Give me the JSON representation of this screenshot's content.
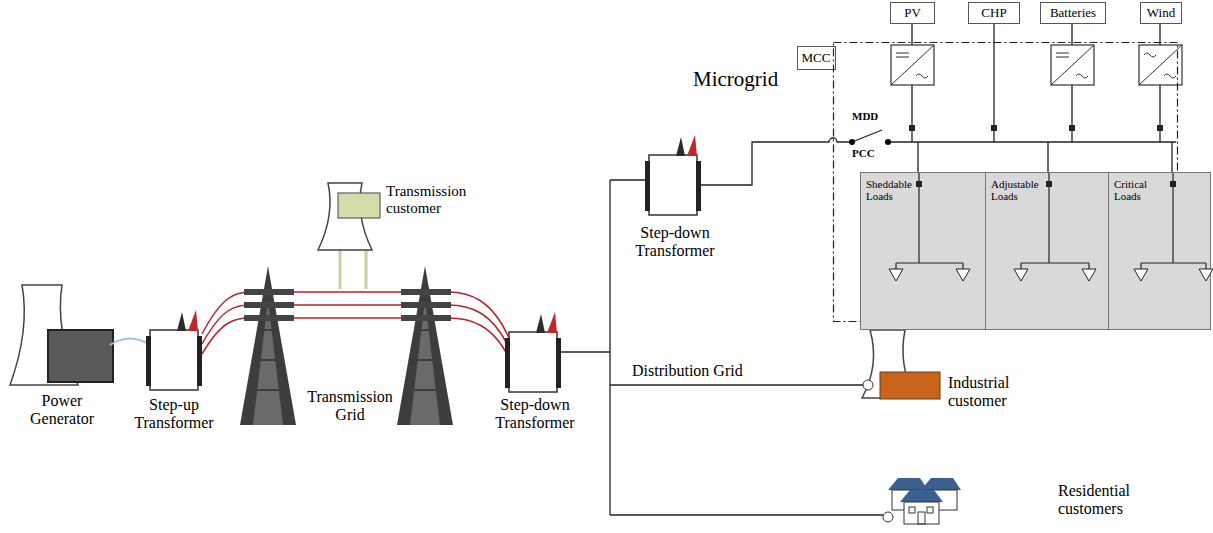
{
  "diagram": {
    "nodes": [
      {
        "text": [
          "MCC"
        ]
      },
      {
        "text": [
          "Microgrid"
        ]
      },
      {
        "text": [
          "PV"
        ]
      },
      {
        "text": [
          "CHP"
        ]
      },
      {
        "text": [
          "Batteries"
        ]
      },
      {
        "text": [
          "Wind"
        ]
      },
      {
        "text": [
          "Sheddable Loads"
        ],
        "in": 1
      },
      {
        "text": [
          "Adjustable Loads"
        ],
        "in": 1
      },
      {
        "text": [
          "Critical Loads"
        ],
        "in": 1
      }
    ],
    "labels": [
      "Transmission customer",
      "Power Generator",
      "Step-up Transformer",
      "Transmission Grid",
      "Step-down Transformer",
      "Distribution Grid",
      "Step-down Transformer",
      "Industrial customer",
      "Residential customers",
      "MDD",
      "PCC"
    ]
  }
}
